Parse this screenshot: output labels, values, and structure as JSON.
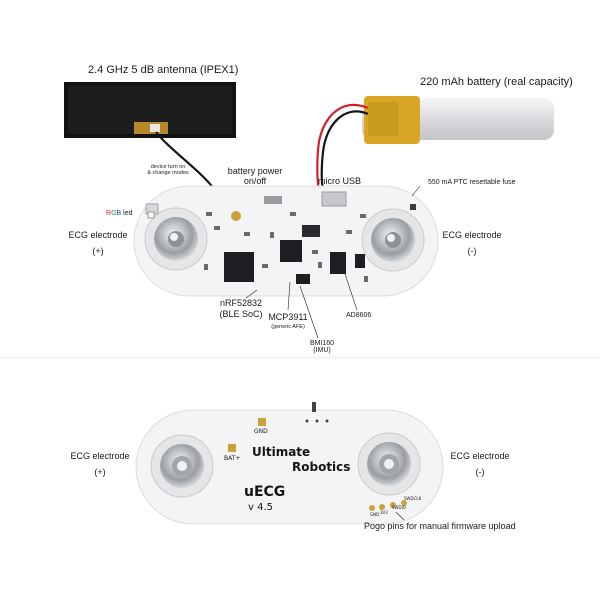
{
  "top": {
    "antenna_label": "2.4 GHz 5 dB antenna (IPEX1)",
    "battery_label": "220 mAh battery (real capacity)",
    "modes_label_1": "device turn on",
    "modes_label_2": "& change modes",
    "power_label_1": "battery power",
    "power_label_2": "on/off",
    "usb_label": "micro USB",
    "fuse_label": "550 mA PTC resettable fuse",
    "rgb_r": "R",
    "rgb_g": "G",
    "rgb_b": "B",
    "led_label": " led",
    "left_electrode_label": "ECG electrode",
    "left_electrode_sign": "(+)",
    "right_electrode_label": "ECG electrode",
    "right_electrode_sign": "(-)",
    "nrf_label_1": "nRF52832",
    "nrf_label_2": "(BLE SoC)",
    "mcp_label_1": "MCP3911",
    "mcp_label_2": "(generic AFE)",
    "bmi_label_1": "BMI160",
    "bmi_label_2": "(IMU)",
    "ad_label": "AD8606"
  },
  "bottom": {
    "left_electrode_label": "ECG electrode",
    "left_electrode_sign": "(+)",
    "right_electrode_label": "ECG electrode",
    "right_electrode_sign": "(-)",
    "pogo_label": "Pogo pins for manual firmware upload",
    "board_brand_1": "Ultimate",
    "board_brand_2": "Robotics",
    "board_name": "uECG",
    "board_version": "v 4.5",
    "pad_gnd": "GND",
    "pad_bat": "BAT+",
    "pin_gnd": "GND",
    "pin_3v3": "3V3",
    "pin_swdio": "SWDIO",
    "pin_swdclk": "SWDCLK"
  },
  "colors": {
    "pcb": "#f4f4f6",
    "electrode": "#b9bcc0",
    "antenna": "#111111",
    "battery_wrap": "#e8e8ec",
    "battery_tape": "#d8a625",
    "wire_red": "#d0202a",
    "wire_black": "#151515",
    "rgb_red": "#d32020",
    "rgb_green": "#2a9a2a",
    "rgb_blue": "#2040c8"
  }
}
